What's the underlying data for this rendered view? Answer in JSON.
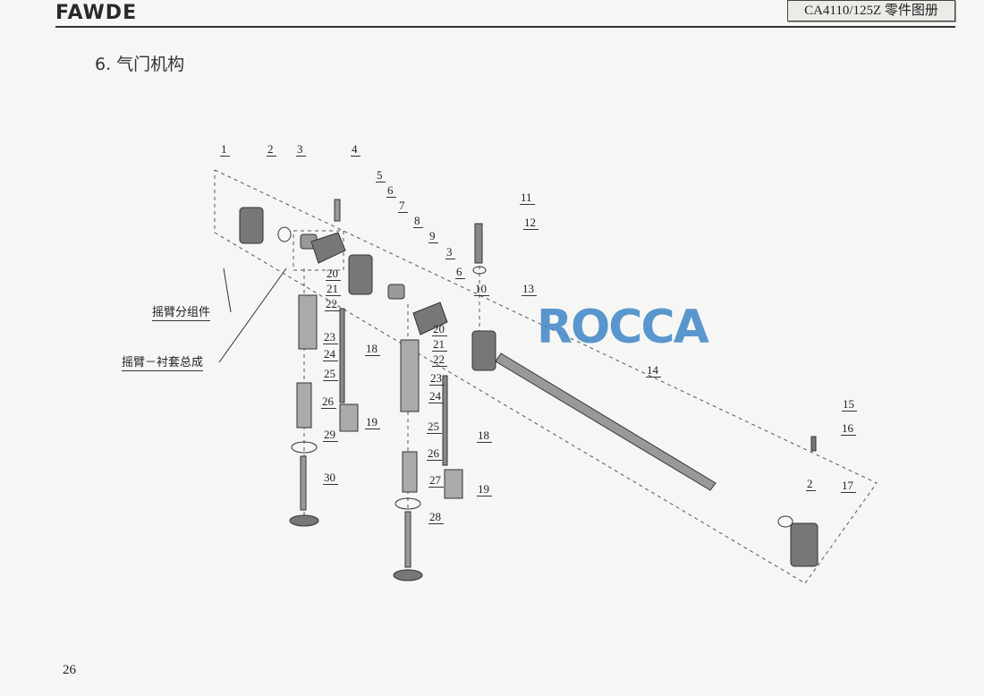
{
  "header": {
    "logo": "FAWDE",
    "manual_title": "CA4110/125Z 零件图册"
  },
  "section_title": "6. 气门机构",
  "callouts": [
    "1",
    "2",
    "3",
    "4",
    "5",
    "6",
    "7",
    "8",
    "9",
    "3",
    "6",
    "10",
    "11",
    "12",
    "13",
    "14",
    "15",
    "16",
    "2",
    "17",
    "20",
    "21",
    "22",
    "23",
    "24",
    "25",
    "26",
    "29",
    "30",
    "18",
    "19",
    "20",
    "21",
    "22",
    "23",
    "24",
    "25",
    "26",
    "27",
    "28",
    "18",
    "19"
  ],
  "assembly_labels": {
    "rocker_subassembly": "摇臂分组件",
    "rocker_bushing_assembly": "摇臂－衬套总成"
  },
  "watermark": "ROCCA",
  "page_number": "26"
}
